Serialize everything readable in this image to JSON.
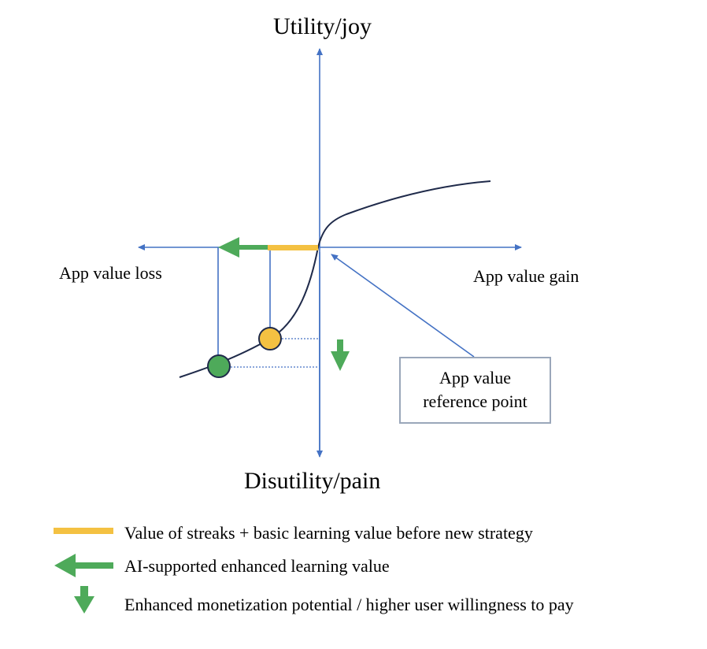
{
  "colors": {
    "axis": "#4472C4",
    "curve": "#1F2A4A",
    "green": "#4EAA5A",
    "yellow": "#F4C142",
    "box_border": "#9AA7BA"
  },
  "axes": {
    "y_top": "Utility/joy",
    "y_bottom": "Disutility/pain",
    "x_left": "App value loss",
    "x_right": "App value gain"
  },
  "reference_box": {
    "line1": "App value",
    "line2": "reference point"
  },
  "legend": [
    {
      "icon": "yellow-bar",
      "label": "Value of streaks + basic learning value before new strategy"
    },
    {
      "icon": "green-left-arrow",
      "label": "AI-supported enhanced learning value"
    },
    {
      "icon": "green-down-arrow",
      "label": "Enhanced monetization potential / higher user willingness to pay"
    }
  ]
}
